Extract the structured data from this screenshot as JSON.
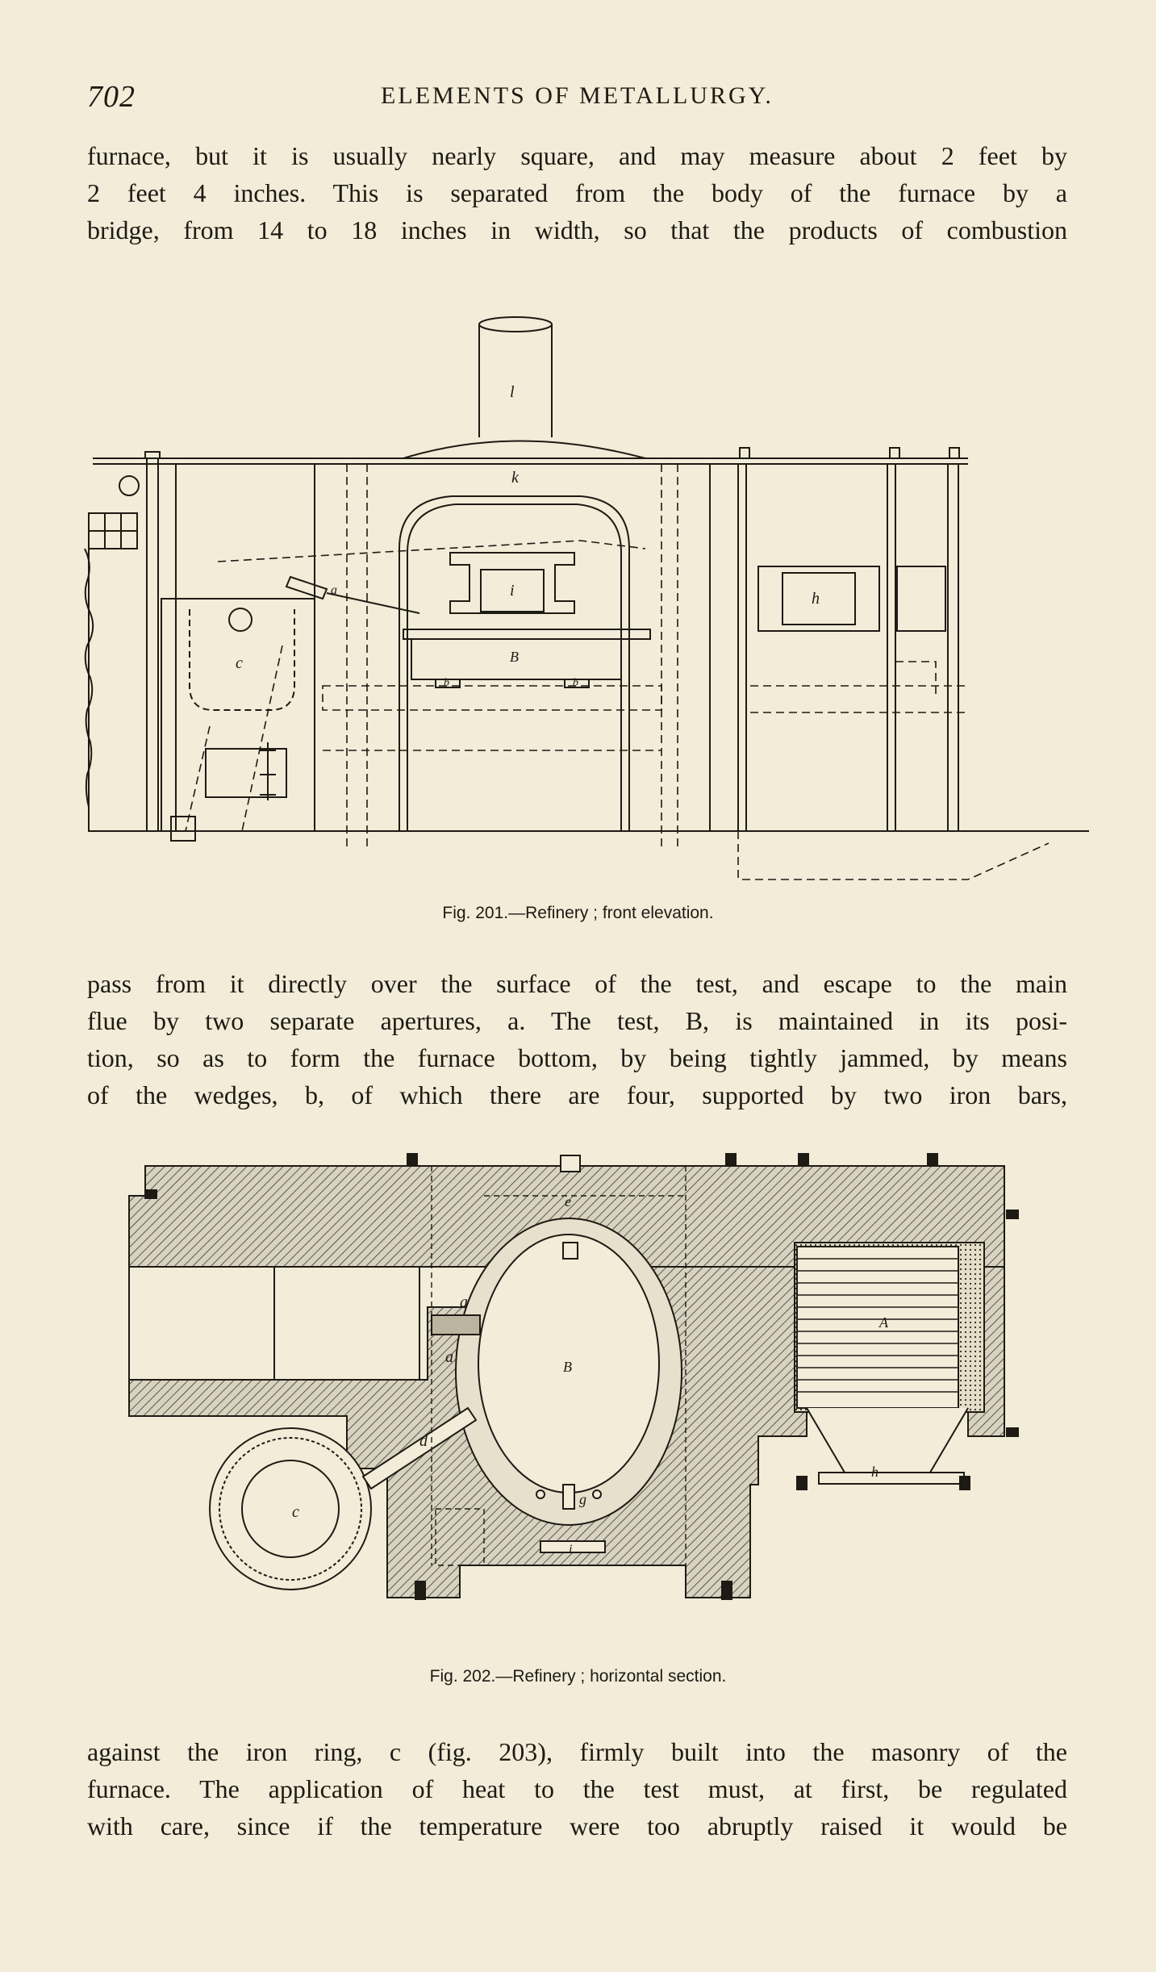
{
  "header": {
    "page_number": "702",
    "running_title": "ELEMENTS OF METALLURGY."
  },
  "paragraphs": {
    "p1": [
      "furnace, but it is usually nearly square, and may measure about 2 feet by",
      "2 feet 4 inches.  This is separated from the body of the furnace by a",
      "bridge, from 14 to 18 inches in width, so that the products of combustion"
    ],
    "p2": [
      "pass from it directly over the surface of the test, and escape to the main",
      "flue by two separate apertures, a.  The test, B, is maintained in its posi-",
      "tion, so as to form the furnace bottom, by being tightly jammed, by means",
      "of the wedges, b, of which there are four, supported by two iron bars,"
    ],
    "p3": [
      "against the iron ring, c (fig. 203), firmly built into the masonry of the",
      "furnace.  The application of heat to the test must, at first, be regulated",
      "with care, since if the temperature were too abruptly raised it would be"
    ]
  },
  "figures": {
    "fig201": {
      "caption": "Fig. 201.—Refinery ; front elevation.",
      "labels": {
        "chimney": "l",
        "arch": "k",
        "door": "i",
        "test": "B",
        "wedge_left": "b",
        "wedge_right": "b",
        "fire": "c",
        "flue": "a",
        "right_door": "h"
      }
    },
    "fig202": {
      "caption": "Fig. 202.—Refinery ; horizontal section.",
      "labels": {
        "top": "e",
        "aperture_top": "a",
        "aperture_bottom": "a",
        "test": "B",
        "grate": "A",
        "flue_d": "d",
        "ring": "c",
        "tuyere": "g",
        "front": "i",
        "bottom_h": "h"
      }
    }
  }
}
